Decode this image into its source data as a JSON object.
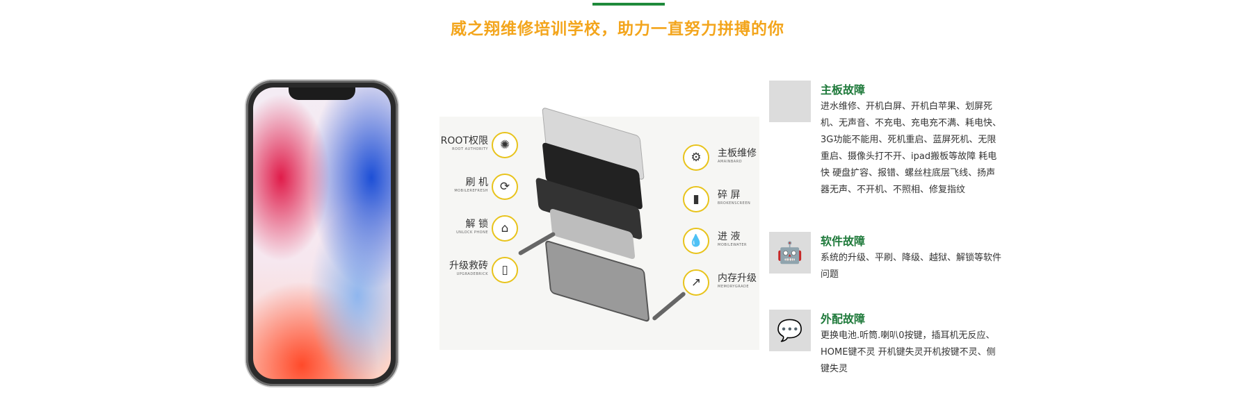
{
  "header": {
    "title": "威之翔维修培训学校，助力一直努力拼搏的你"
  },
  "diagram": {
    "left_features": [
      {
        "title": "ROOT权限",
        "subtitle": "ROOT AUTHORITY",
        "icon": "aperture-icon"
      },
      {
        "title": "刷 机",
        "subtitle": "MOBILEREFRESH",
        "icon": "refresh-icon"
      },
      {
        "title": "解 锁",
        "subtitle": "UNLOCK PHONE",
        "icon": "unlock-icon"
      },
      {
        "title": "升级救砖",
        "subtitle": "UPGRADEBRICK",
        "icon": "phone-icon"
      }
    ],
    "right_features": [
      {
        "title": "主板维修",
        "subtitle": "AMAINBARD",
        "icon": "gear-icon"
      },
      {
        "title": "碎 屏",
        "subtitle": "BROKENSCREEN",
        "icon": "broken-screen-icon"
      },
      {
        "title": "进 液",
        "subtitle": "MOBILEWATER",
        "icon": "water-drop-icon"
      },
      {
        "title": "内存升级",
        "subtitle": "MEMORYGRADE",
        "icon": "trend-up-icon"
      }
    ]
  },
  "faults": [
    {
      "title": "主板故障",
      "icon": "apple-icon",
      "description": "进水维修、开机白屏、开机白苹果、划屏死机、无声音、不充电、充电充不满、耗电快、3G功能不能用、死机重启、蓝屏死机、无限重启、摄像头打不开、ipad搬板等故障 耗电快 硬盘扩容、报错、螺丝柱底层飞线、扬声器无声、不开机、不照相、修复指纹"
    },
    {
      "title": "软件故障",
      "icon": "android-icon",
      "description": "系统的升级、平刷、降级、越狱、解锁等软件问题"
    },
    {
      "title": "外配故障",
      "icon": "chat-bubbles-icon",
      "description": "更换电池.听筒.喇叭0按键，插耳机无反应、HOME键不灵 开机键失灵开机按键不灵、侧键失灵"
    }
  ],
  "colors": {
    "headline": "#f3a51c",
    "accent_green": "#1f7a3b",
    "icon_ring": "#e8c31b"
  }
}
